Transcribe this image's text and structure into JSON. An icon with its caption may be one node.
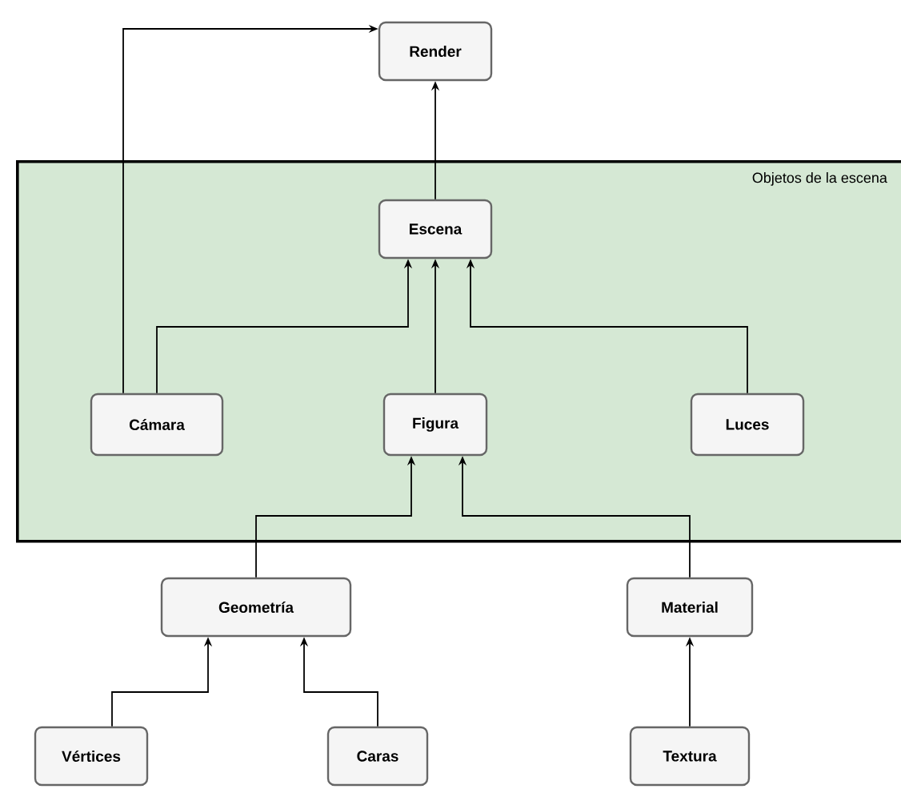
{
  "diagram": {
    "nodes": [
      {
        "text": [
          "Objetos de la escena"
        ]
      },
      {
        "text": [
          "Render"
        ]
      },
      {
        "text": [
          "Escena"
        ],
        "in": 0
      },
      {
        "text": [
          "Cámara"
        ],
        "in": 0
      },
      {
        "text": [
          "Figura"
        ],
        "in": 0
      },
      {
        "text": [
          "Luces"
        ],
        "in": 0
      },
      {
        "text": [
          "Geometría"
        ]
      },
      {
        "text": [
          "Material"
        ]
      },
      {
        "text": [
          "Vértices"
        ]
      },
      {
        "text": [
          "Caras"
        ]
      },
      {
        "text": [
          "Textura"
        ]
      }
    ],
    "edges": [
      {
        "from": 3,
        "to": 1,
        "arrow": "to"
      },
      {
        "from": 2,
        "to": 1,
        "arrow": "to"
      },
      {
        "from": 3,
        "to": 2,
        "arrow": "to"
      },
      {
        "from": 4,
        "to": 2,
        "arrow": "to"
      },
      {
        "from": 5,
        "to": 2,
        "arrow": "to"
      },
      {
        "from": 6,
        "to": 4,
        "arrow": "to"
      },
      {
        "from": 7,
        "to": 4,
        "arrow": "to"
      },
      {
        "from": 8,
        "to": 6,
        "arrow": "to"
      },
      {
        "from": 9,
        "to": 6,
        "arrow": "to"
      },
      {
        "from": 10,
        "to": 7,
        "arrow": "to"
      }
    ]
  }
}
